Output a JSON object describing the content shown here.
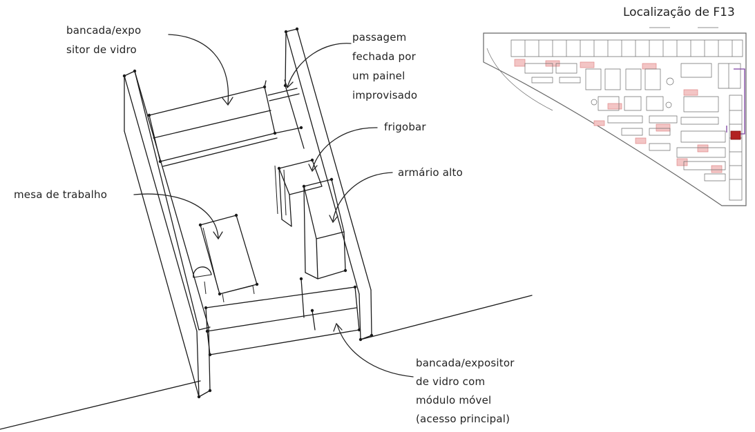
{
  "title": "Localização de F13",
  "labels": {
    "bancada_top": [
      "bancada/expo",
      "sitor de vidro"
    ],
    "passagem": [
      "passagem",
      "fechada por",
      "um painel",
      "improvisado"
    ],
    "frigobar": "frigobar",
    "armario": "armário alto",
    "mesa": "mesa de trabalho",
    "bancada_bottom": [
      "bancada/expositor",
      "de vidro com",
      "módulo móvel",
      "(acesso principal)"
    ]
  },
  "colors": {
    "highlight": "#b22222",
    "route": "#7b3fa0",
    "ink": "#1a1a1a",
    "plan_pink": "#f3c5c5"
  }
}
